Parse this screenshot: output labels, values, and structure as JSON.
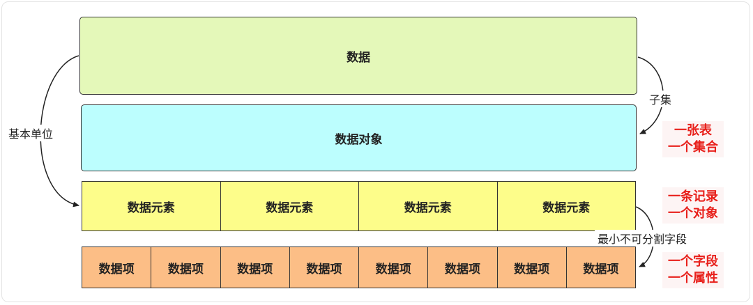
{
  "data_box": {
    "label": "数据"
  },
  "object_box": {
    "label": "数据对象"
  },
  "elements": [
    "数据元素",
    "数据元素",
    "数据元素",
    "数据元素"
  ],
  "items": [
    "数据项",
    "数据项",
    "数据项",
    "数据项",
    "数据项",
    "数据项",
    "数据项",
    "数据项"
  ],
  "labels": {
    "basic_unit": "基本单位",
    "subset": "子集",
    "smallest": "最小不可分割字段"
  },
  "notes": {
    "object": [
      "一张表",
      "一个集合"
    ],
    "element": [
      "一条记录",
      "一个对象"
    ],
    "item": [
      "一个字段",
      "一个属性"
    ]
  },
  "colors": {
    "data": "#e4f8b9",
    "object": "#bcfefe",
    "element": "#fdfd8a",
    "item": "#fcbe86",
    "note_text": "#e8201b"
  }
}
